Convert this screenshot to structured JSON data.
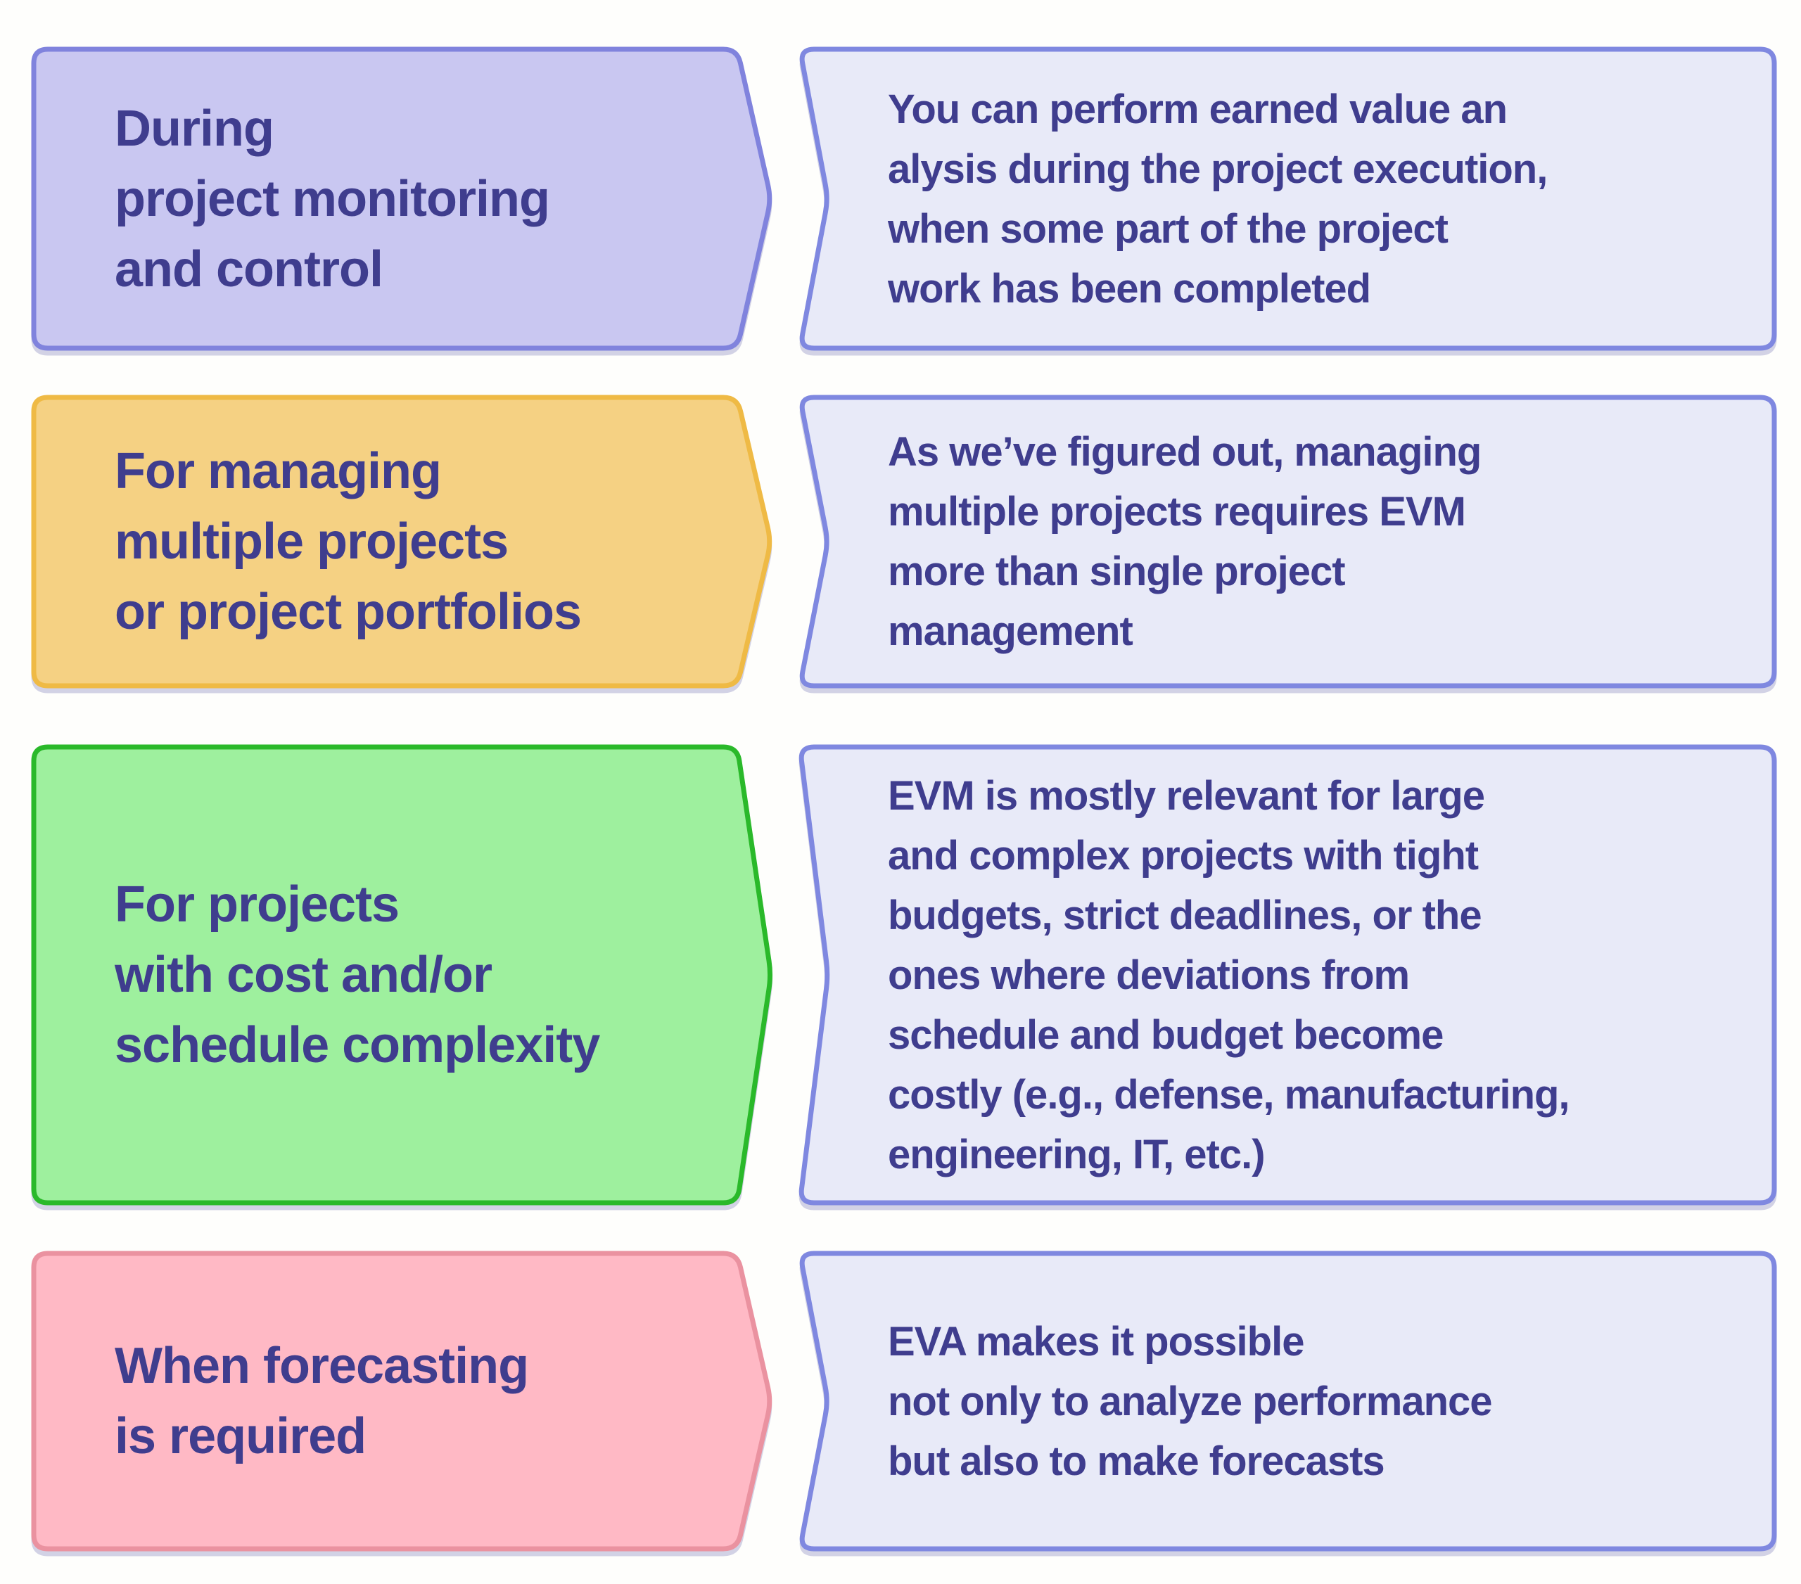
{
  "background": "#FEFEFC",
  "text_color": "#3F3D8E",
  "description_box": {
    "fill": "#E8EAF8",
    "border": "#7F88E0"
  },
  "rows": [
    {
      "id": "project-monitoring",
      "label": "During\nproject monitoring\nand control",
      "description": "You can perform earned value an\nalysis during the project execution,\nwhen some part of the project\nwork has been completed",
      "label_fill": "#C9C7F1",
      "label_border": "#8083DD"
    },
    {
      "id": "multiple-projects",
      "label": "For managing\nmultiple projects\nor project portfolios",
      "description": "As we’ve figured out, managing\nmultiple projects requires EVM\nmore than single project\nmanagement",
      "label_fill": "#F5D183",
      "label_border": "#EFBA45"
    },
    {
      "id": "cost-schedule-complexity",
      "label": "For projects\nwith cost and/or\nschedule complexity",
      "description": "EVM is mostly relevant for large\nand complex projects with tight\nbudgets, strict deadlines, or the\nones where deviations from\nschedule and budget become\ncostly (e.g., defense, manufacturing,\nengineering, IT, etc.)",
      "label_fill": "#9EF09E",
      "label_border": "#2AB92A"
    },
    {
      "id": "forecasting",
      "label": "When forecasting\nis required",
      "description": "EVA makes it possible\nnot only to analyze performance\nbut also to make forecasts",
      "label_fill": "#FFB9C5",
      "label_border": "#EA92A0"
    }
  ]
}
